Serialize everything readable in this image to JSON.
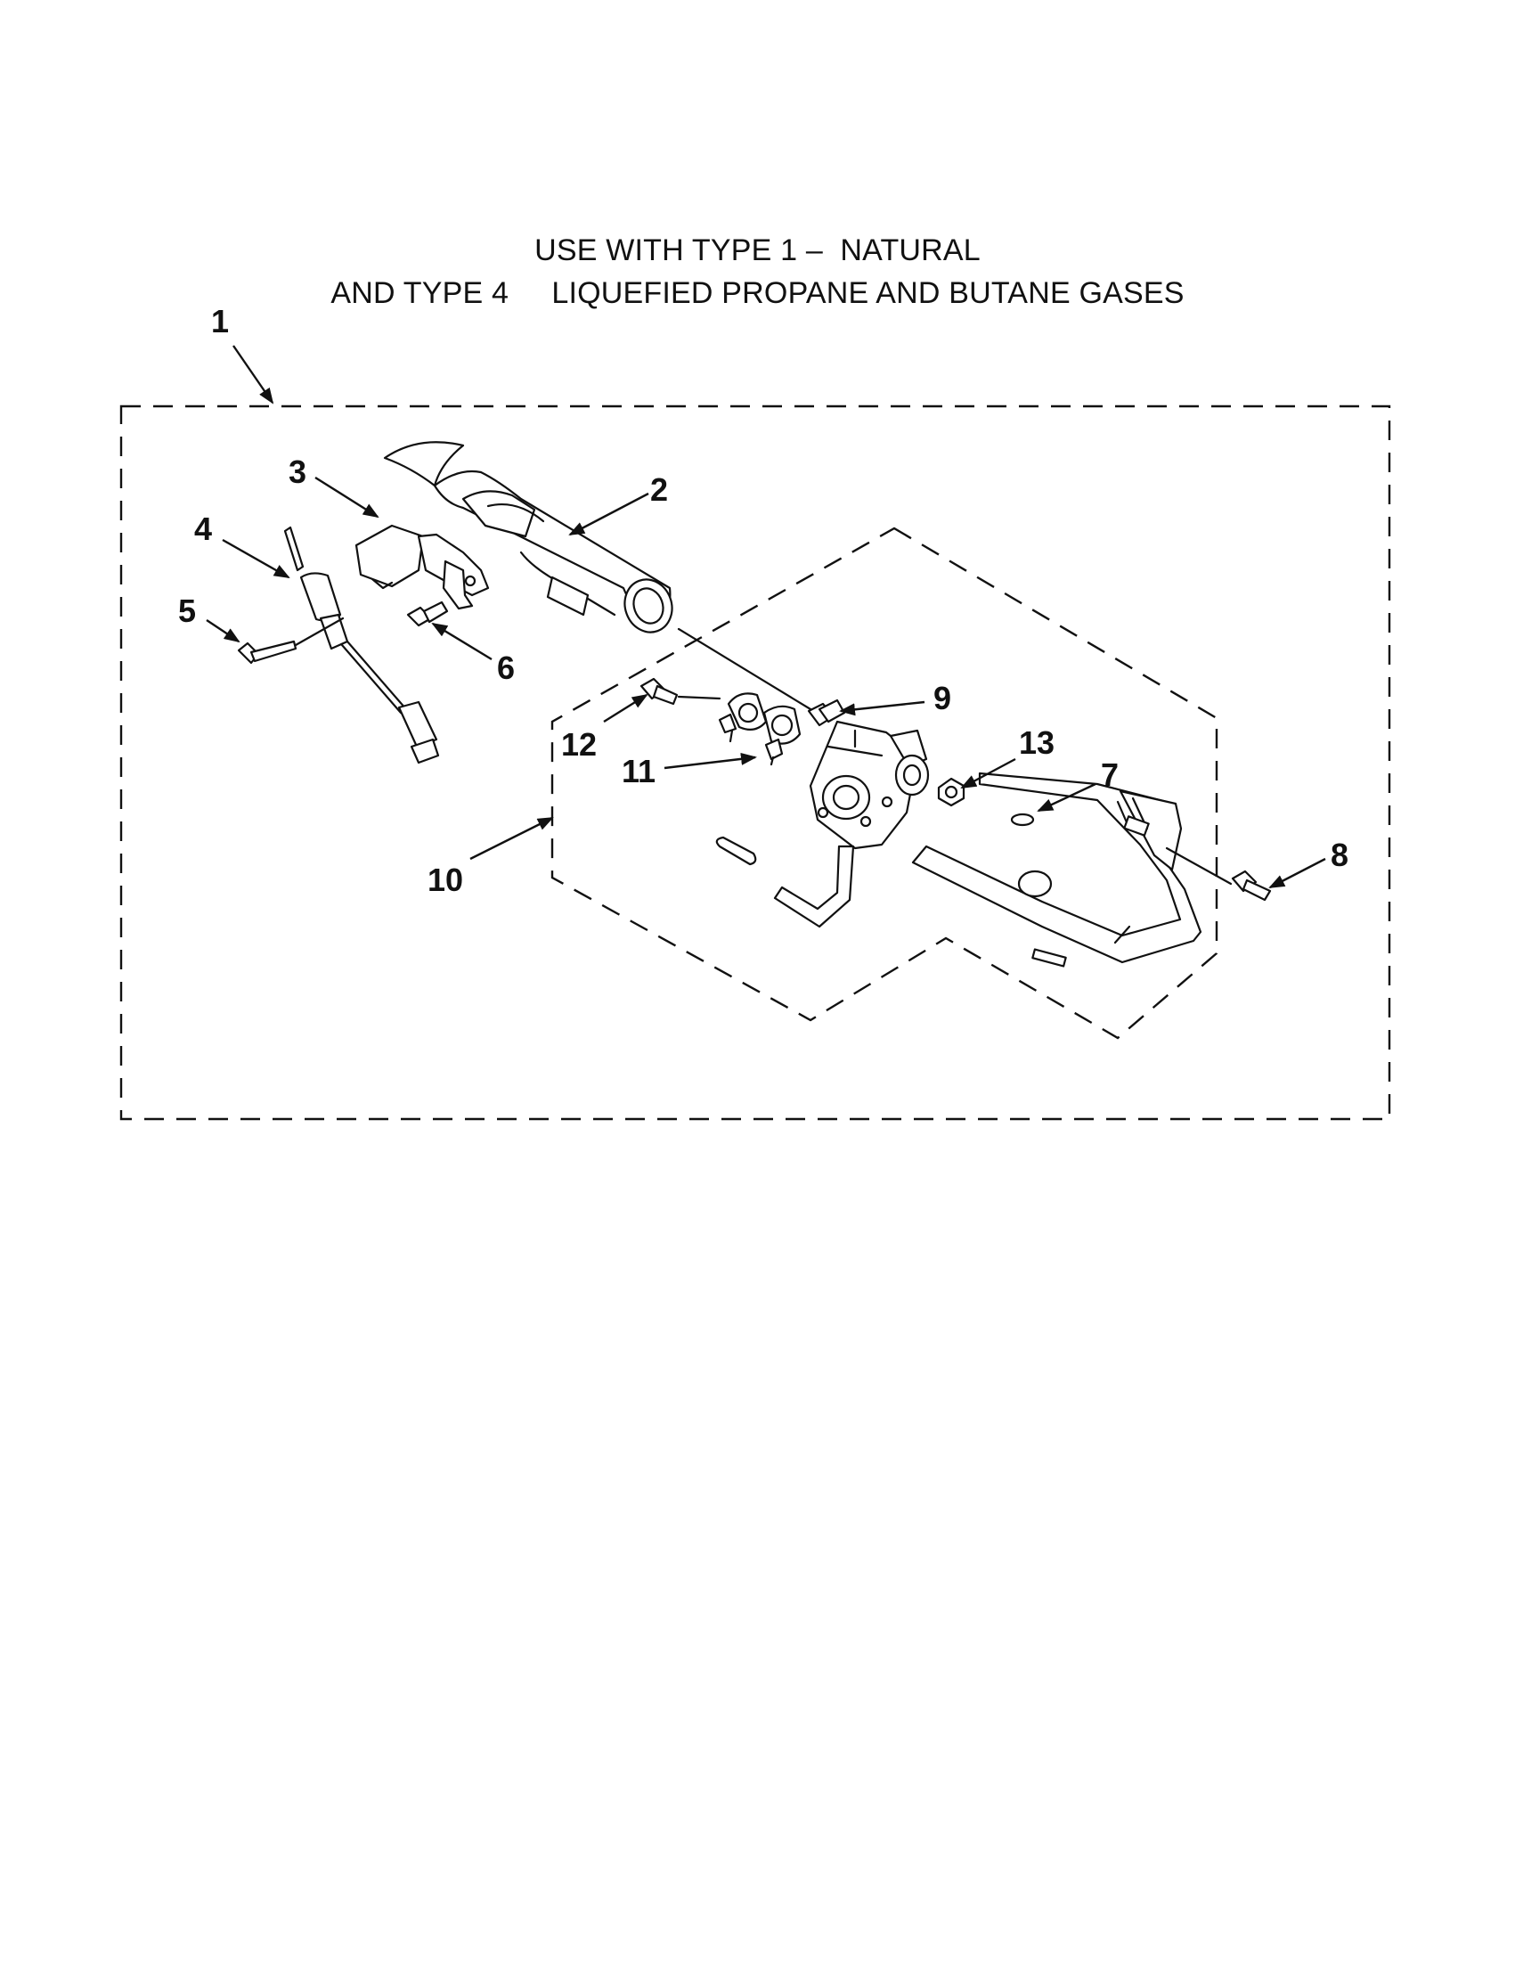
{
  "heading": {
    "line1": "USE WITH TYPE 1 –  NATURAL",
    "line2": "AND TYPE 4     LIQUEFIED PROPANE AND BUTANE GASES"
  },
  "callouts": {
    "c1": "1",
    "c2": "2",
    "c3": "3",
    "c4": "4",
    "c5": "5",
    "c6": "6",
    "c7": "7",
    "c8": "8",
    "c9": "9",
    "c10": "10",
    "c11": "11",
    "c12": "12",
    "c13": "13"
  }
}
